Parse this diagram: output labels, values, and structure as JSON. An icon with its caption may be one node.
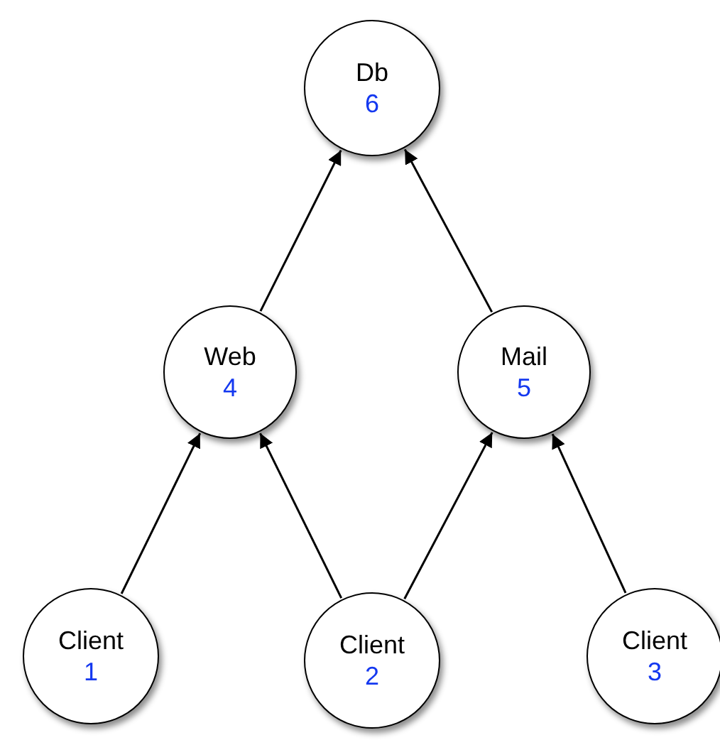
{
  "diagram": {
    "nodes": [
      {
        "text": [
          "Db",
          "6"
        ]
      },
      {
        "text": [
          "Web",
          "4"
        ]
      },
      {
        "text": [
          "Mail",
          "5"
        ]
      },
      {
        "text": [
          "Client",
          "1"
        ]
      },
      {
        "text": [
          "Client",
          "2"
        ]
      },
      {
        "text": [
          "Client",
          "3"
        ]
      }
    ],
    "edges": [
      {
        "from": 1,
        "to": 0,
        "arrow": "to"
      },
      {
        "from": 2,
        "to": 0,
        "arrow": "to"
      },
      {
        "from": 3,
        "to": 1,
        "arrow": "to"
      },
      {
        "from": 4,
        "to": 1,
        "arrow": "to"
      },
      {
        "from": 4,
        "to": 2,
        "arrow": "to"
      },
      {
        "from": 5,
        "to": 2,
        "arrow": "to"
      }
    ]
  }
}
